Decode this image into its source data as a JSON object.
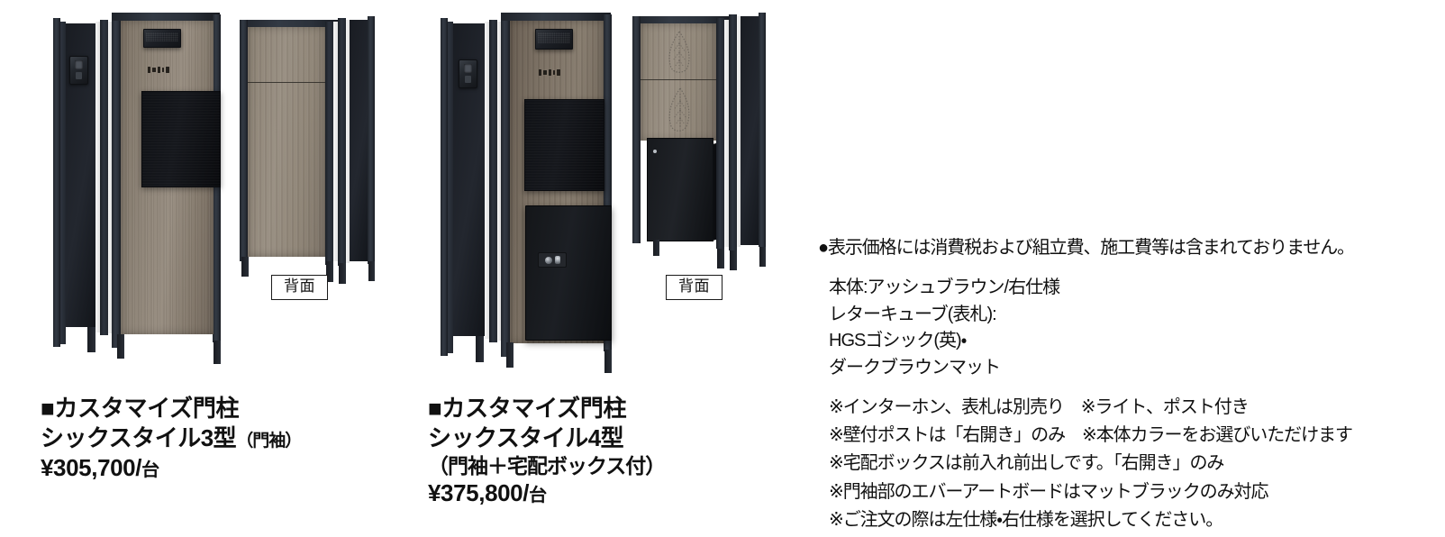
{
  "products": [
    {
      "id": "six-style-3",
      "heading": "■カスタマイズ門柱",
      "model_prefix": "シックスタイル3型",
      "model_suffix": "（門袖）",
      "price": "¥305,700/",
      "price_unit": "台",
      "rear_label": "背面",
      "parts": {
        "light": "light-fixture",
        "nameplate": "letter-cube-nameplate",
        "mailbox": "letter-cube-post",
        "intercom": "intercom-unit"
      }
    },
    {
      "id": "six-style-4",
      "heading": "■カスタマイズ門柱",
      "model_prefix": "シックスタイル4型",
      "model_suffix": "",
      "paren_line": "（門袖＋宅配ボックス付）",
      "price": "¥375,800/",
      "price_unit": "台",
      "rear_label": "背面",
      "parts": {
        "light": "light-fixture",
        "nameplate": "letter-cube-nameplate",
        "mailbox": "letter-cube-post",
        "intercom": "intercom-unit",
        "delivery_box": "delivery-box"
      }
    }
  ],
  "info": {
    "notice": "●表示価格には消費税および組立費、施工費等は含まれておりません。",
    "spec_lines": [
      "本体:アッシュブラウン/右仕様",
      "レターキューブ(表札):",
      "HGSゴシック(英)・",
      "ダークブラウンマット"
    ],
    "note_lines": [
      "※インターホン、表札は別売り　※ライト、ポスト付き",
      "※壁付ポストは「右開き」のみ　※本体カラーをお選びいただけます",
      "※宅配ボックスは前入れ前出しです。「右開き」のみ",
      "※門袖部のエバーアートボードはマットブラックのみ対応",
      "※ご注文の際は左仕様・右仕様を選択してください。"
    ]
  },
  "colors": {
    "frame": "#2b313a",
    "wood_ash_brown": "#8d8376",
    "accessory_black": "#141619",
    "text": "#111111",
    "background": "#ffffff"
  }
}
